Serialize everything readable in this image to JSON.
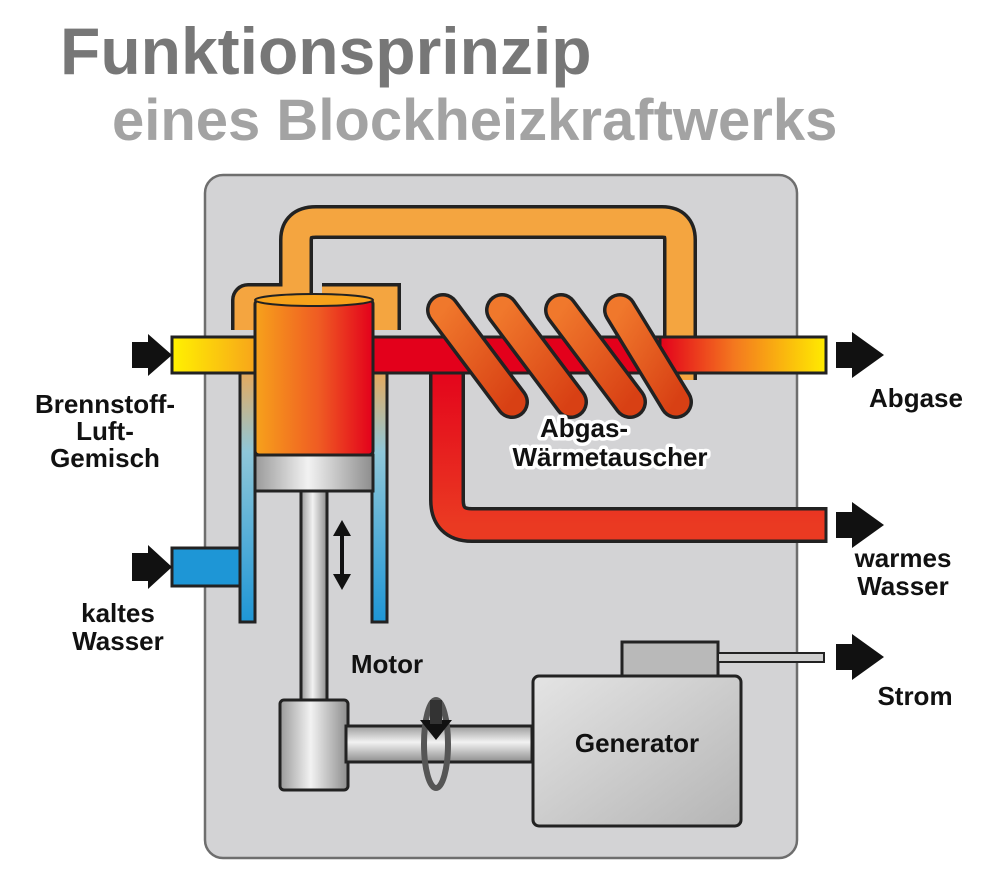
{
  "title": {
    "line1": "Funktionsprinzip",
    "line2": "eines Blockheizkraftwerks"
  },
  "labels": {
    "fuel": [
      "Brennstoff-",
      "Luft-",
      "Gemisch"
    ],
    "cold_water": [
      "kaltes",
      "Wasser"
    ],
    "exhaust": "Abgase",
    "heat_exchanger": [
      "Abgas-",
      "Wärmetauscher"
    ],
    "warm_water": [
      "warmes",
      "Wasser"
    ],
    "motor": "Motor",
    "power": "Strom",
    "generator": "Generator"
  },
  "colors": {
    "panel": "#d3d3d5",
    "exhaust_hot": "#e3001b",
    "exhaust_cool": "#ffe600",
    "coil": "#e85a1f",
    "cooling_pipe": "#f4a540",
    "cold_water": "#1e96d6",
    "metal": "#cfcfcf"
  },
  "icons": [
    "arrow-right-icon",
    "double-arrow-icon",
    "rotation-arrow-icon"
  ]
}
